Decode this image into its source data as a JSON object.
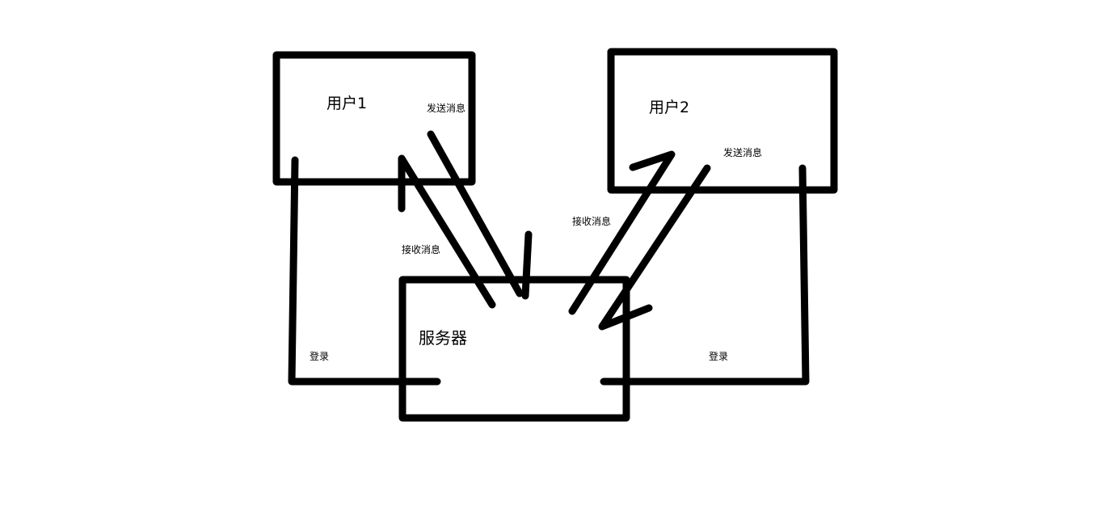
{
  "colors": {
    "stroke": "#000000",
    "background": "#ffffff"
  },
  "nodes": {
    "user1": {
      "label": "用户1"
    },
    "user2": {
      "label": "用户2"
    },
    "server": {
      "label": "服务器"
    }
  },
  "edges": {
    "user1_send": "发送消息",
    "user1_receive": "接收消息",
    "user2_send": "发送消息",
    "user2_receive": "接收消息",
    "user1_login": "登录",
    "user2_login": "登录"
  }
}
